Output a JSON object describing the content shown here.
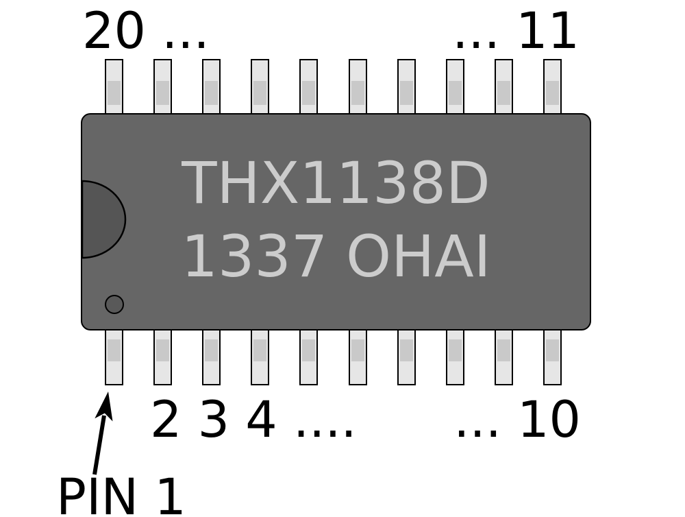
{
  "chip": {
    "marking_line1": "THX1138D",
    "marking_line2": "1337 OHAI"
  },
  "pins": {
    "top_count": 10,
    "bottom_count": 10,
    "top_first_number": 20,
    "bottom_first_number": 1
  },
  "pin_labels": {
    "top_left": "20 ...",
    "top_right": "... 11",
    "bottom_left": "2 3 4 ....",
    "bottom_right": "... 10",
    "pin1_callout": "PIN 1"
  },
  "colors": {
    "background": "#ffffff",
    "chip_body": "#666666",
    "chip_text": "#cccccc",
    "notch": "#555555",
    "dot": "#595959",
    "pin_fill": "#e6e6e6",
    "pin_band": "#c9c9c9",
    "outline": "#000000"
  }
}
